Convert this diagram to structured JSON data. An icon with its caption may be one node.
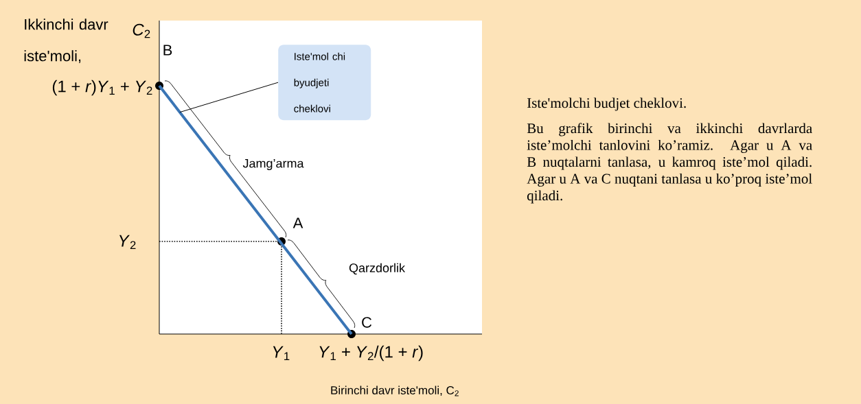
{
  "diagram": {
    "nodes": [
      {
        "text": [
          "Iste'mol chi byudjeti cheklovi"
        ]
      },
      {
        "text": [],
        "shape": "line"
      }
    ],
    "edges": [
      {
        "from": 0,
        "to": 1,
        "arrow": "none"
      }
    ],
    "labels": [
      "Ikkinchi davr iste'moli,",
      "*C*$_{2}$",
      "B",
      "(1 + *r*)*Y*$_{1}$ + *Y*$_{2}$",
      "Jamg’arma",
      "A",
      "*Y*$_{2}$",
      "Qarzdorlik",
      "C",
      "*Y*$_{1}$",
      "*Y*$_{1}$ + *Y*$_{2}$/(1 + *r*)",
      "Birinchi davr iste'moli, C$_{2}$",
      "Iste'molchi budjet cheklovi.",
      "Bu grafik birinchi va ikkinchi davrlarda iste’molchi tanlovini ko’ramiz. Agar u A va B nuqtalarni tanlasa, u kamroq iste’mol qiladi. Agar u A va C nuqtani tanlasa u ko’proq iste’mol qiladi."
    ]
  }
}
